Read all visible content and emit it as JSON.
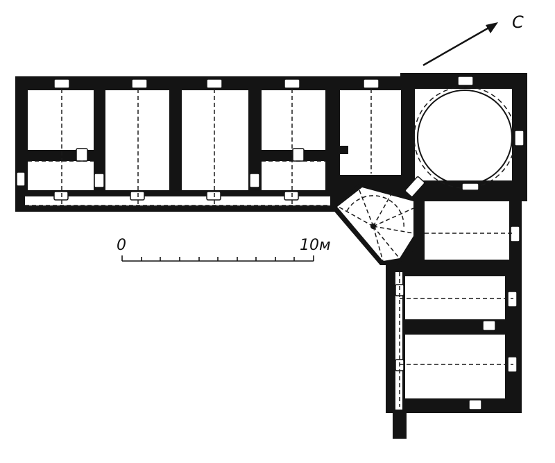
{
  "north_label": "С",
  "scale": {
    "start_label": "0",
    "end_label": "10м"
  },
  "colors": {
    "wall": "#141414",
    "paper": "#ffffff",
    "dashed": "#1a1a1a"
  }
}
